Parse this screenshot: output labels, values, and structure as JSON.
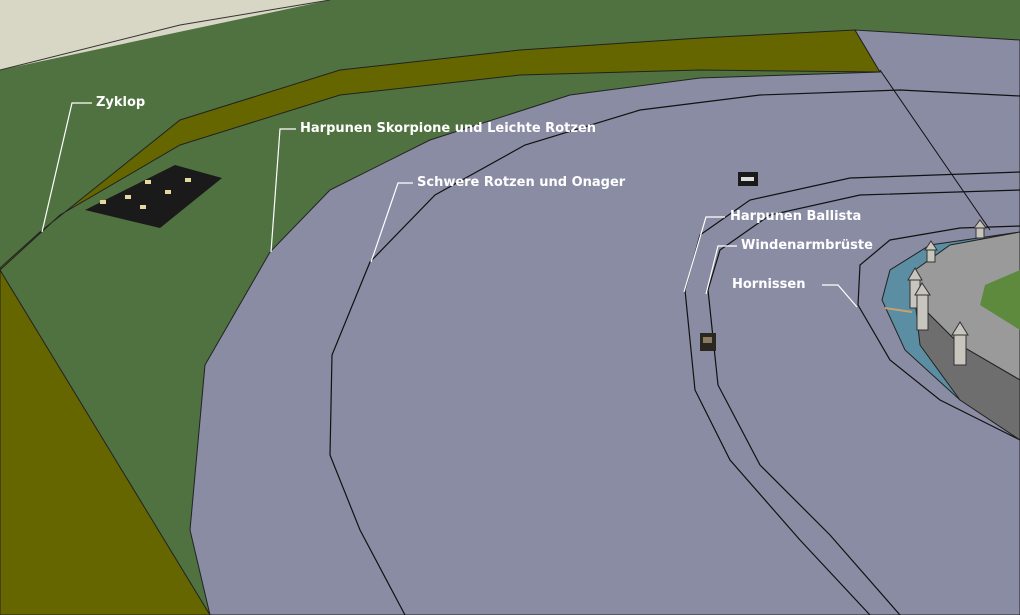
{
  "labels": {
    "zyklop": "Zyklop",
    "harpunen_skorpione": "Harpunen Skorpione und Leichte Rotzen",
    "schwere_rotzen": "Schwere Rotzen und Onager",
    "harpunen_ballista": "Harpunen Ballista",
    "windenarmbrueste": "Windenarmbrüste",
    "hornissen": "Hornissen"
  },
  "colors": {
    "sky": "#d8d6c4",
    "grass": "#4f7240",
    "olive": "#666600",
    "ground": "#8a8ca4",
    "moat": "#5b8ea2",
    "wall": "#9a9a9a"
  }
}
